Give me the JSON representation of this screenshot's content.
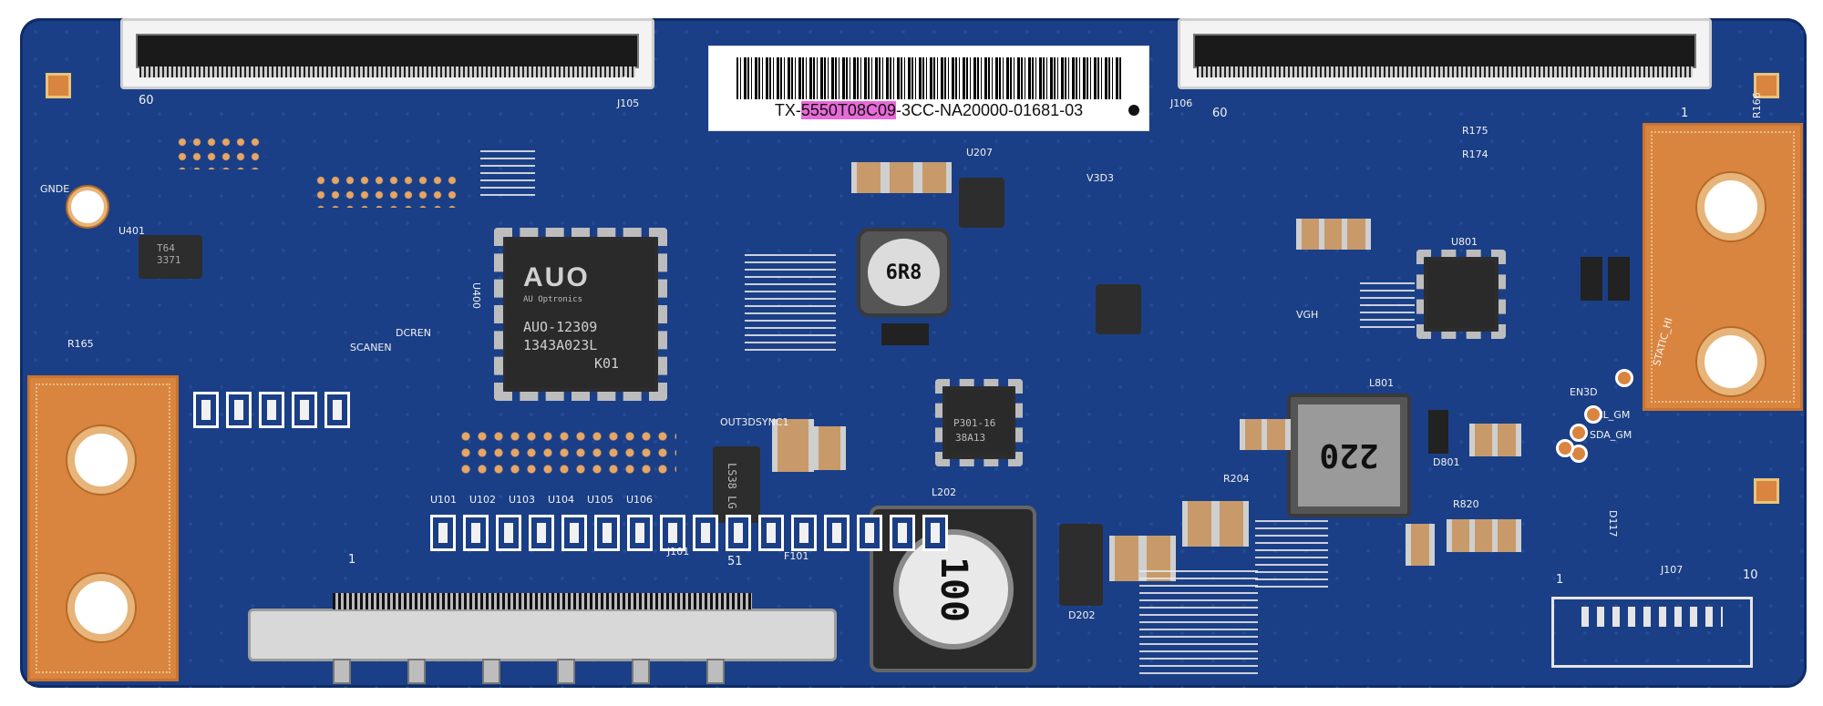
{
  "label": {
    "prefix": "TX-",
    "highlight": "5550T08C09",
    "suffix": "-3CC-NA20000-01681-03"
  },
  "main_chip": {
    "logo": "AUO",
    "brand_line": "AU Optronics",
    "part": "AUO-12309",
    "code": "1343A023L",
    "rev": "K01"
  },
  "power_chip": {
    "line1": "P301-16",
    "line2": "38A13"
  },
  "inductors": {
    "large": "100",
    "square": "220",
    "small": "6R8"
  },
  "silkscreen": {
    "j105": "J105",
    "j106": "J106",
    "j101": "J101",
    "j107": "J107",
    "pin60_left": "60",
    "pin1_left": "1",
    "pin60_right": "60",
    "pin1_right": "1",
    "pin51": "51",
    "pin1_bottom": "1",
    "pin10": "10",
    "pin1_j107": "1",
    "gnde": "GNDE",
    "u401": "U401",
    "u400": "U400",
    "u207": "U207",
    "u801": "U801",
    "l202": "L202",
    "l801": "L801",
    "d202": "D202",
    "d801": "D801",
    "d117": "D117",
    "en3d": "EN3D",
    "scl_gm": "SCL_GM",
    "sda_gm": "SDA_GM",
    "static_hi": "STATIC_HI",
    "out3dsync": "OUT3DSYNC1",
    "scanen": "SCANEN",
    "dcren": "DCREN",
    "vgh": "VGH",
    "v3d3": "V3D3",
    "r165": "R165",
    "r166": "R166",
    "r175": "R175",
    "r174": "R174",
    "u101": "U101",
    "u102": "U102",
    "u103": "U103",
    "u104": "U104",
    "u105": "U105",
    "u106": "U106",
    "f101": "F101",
    "r204": "R204",
    "r820": "R820"
  },
  "colors": {
    "board": "#1b3f86",
    "copper": "#d9853f",
    "silk": "#f2f2f2",
    "label_highlight": "#e86ad9"
  }
}
